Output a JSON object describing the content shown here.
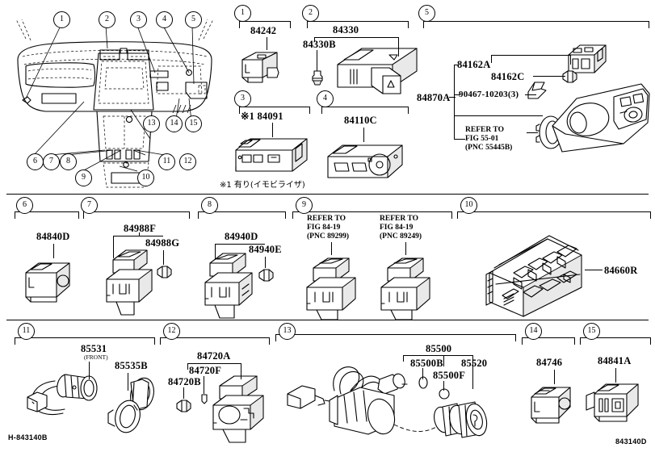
{
  "diagram": {
    "sheet_code_bottom_left": "H-843140B",
    "sheet_code_bottom_right": "843140D",
    "footnote": "※1 有り(イモビライザ)"
  },
  "callouts": [
    {
      "n": "1"
    },
    {
      "n": "2"
    },
    {
      "n": "3"
    },
    {
      "n": "4"
    },
    {
      "n": "5"
    },
    {
      "n": "6"
    },
    {
      "n": "7"
    },
    {
      "n": "8"
    },
    {
      "n": "9"
    },
    {
      "n": "10"
    },
    {
      "n": "11"
    },
    {
      "n": "12"
    },
    {
      "n": "13"
    },
    {
      "n": "14"
    },
    {
      "n": "15"
    }
  ],
  "groups": {
    "g1": {
      "number": "1",
      "parts": [
        "84242"
      ]
    },
    "g2": {
      "number": "2",
      "parts": [
        "84330",
        "84330B"
      ]
    },
    "g3": {
      "number": "3",
      "parts": [
        "※1 84091"
      ]
    },
    "g4": {
      "number": "4",
      "parts": [
        "84110C"
      ]
    },
    "g5": {
      "number": "5",
      "parts": [
        "84870A",
        "84162A",
        "84162C",
        "90467-10203(3)"
      ],
      "refer": [
        "REFER TO",
        "FIG 55-01",
        "(PNC 55445B)"
      ]
    },
    "g6": {
      "number": "6",
      "parts": [
        "84840D"
      ]
    },
    "g7": {
      "number": "7",
      "parts": [
        "84988F",
        "84988G"
      ]
    },
    "g8": {
      "number": "8",
      "parts": [
        "84940D",
        "84940E"
      ]
    },
    "g9": {
      "number": "9",
      "refer_left": [
        "REFER TO",
        "FIG 84-19",
        "(PNC 89299)"
      ],
      "refer_right": [
        "REFER TO",
        "FIG 84-19",
        "(PNC 89249)"
      ]
    },
    "g10": {
      "number": "10",
      "parts": [
        "84660R"
      ]
    },
    "g11": {
      "number": "11",
      "parts": [
        "85531",
        "85535B"
      ],
      "sub": "(FRONT)"
    },
    "g12": {
      "number": "12",
      "parts": [
        "84720A",
        "84720F",
        "84720B"
      ]
    },
    "g13": {
      "number": "13",
      "parts": [
        "85500",
        "85500B",
        "85500F",
        "85520"
      ]
    },
    "g14": {
      "number": "14",
      "parts": [
        "84746"
      ]
    },
    "g15": {
      "number": "15",
      "parts": [
        "84841A"
      ]
    }
  },
  "labels": {
    "l84242": "84242",
    "l84330": "84330",
    "l84330B": "84330B",
    "l84091": "※1 84091",
    "l84110C": "84110C",
    "l84870A": "84870A",
    "l84162A": "84162A",
    "l84162C": "84162C",
    "l90467": "90467-10203(3)",
    "refer55_1": "REFER TO",
    "refer55_2": "FIG 55-01",
    "refer55_3": "(PNC 55445B)",
    "l84840D": "84840D",
    "l84988F": "84988F",
    "l84988G": "84988G",
    "l84940D": "84940D",
    "l84940E": "84940E",
    "refer89299_1": "REFER TO",
    "refer89299_2": "FIG 84-19",
    "refer89299_3": "(PNC 89299)",
    "refer89249_1": "REFER TO",
    "refer89249_2": "FIG 84-19",
    "refer89249_3": "(PNC 89249)",
    "l84660R": "84660R",
    "l85531": "85531",
    "l85531sub": "(FRONT)",
    "l85535B": "85535B",
    "l84720A": "84720A",
    "l84720F": "84720F",
    "l84720B": "84720B",
    "l85500": "85500",
    "l85500B": "85500B",
    "l85500F": "85500F",
    "l85520": "85520",
    "l84746": "84746",
    "l84841A": "84841A"
  }
}
